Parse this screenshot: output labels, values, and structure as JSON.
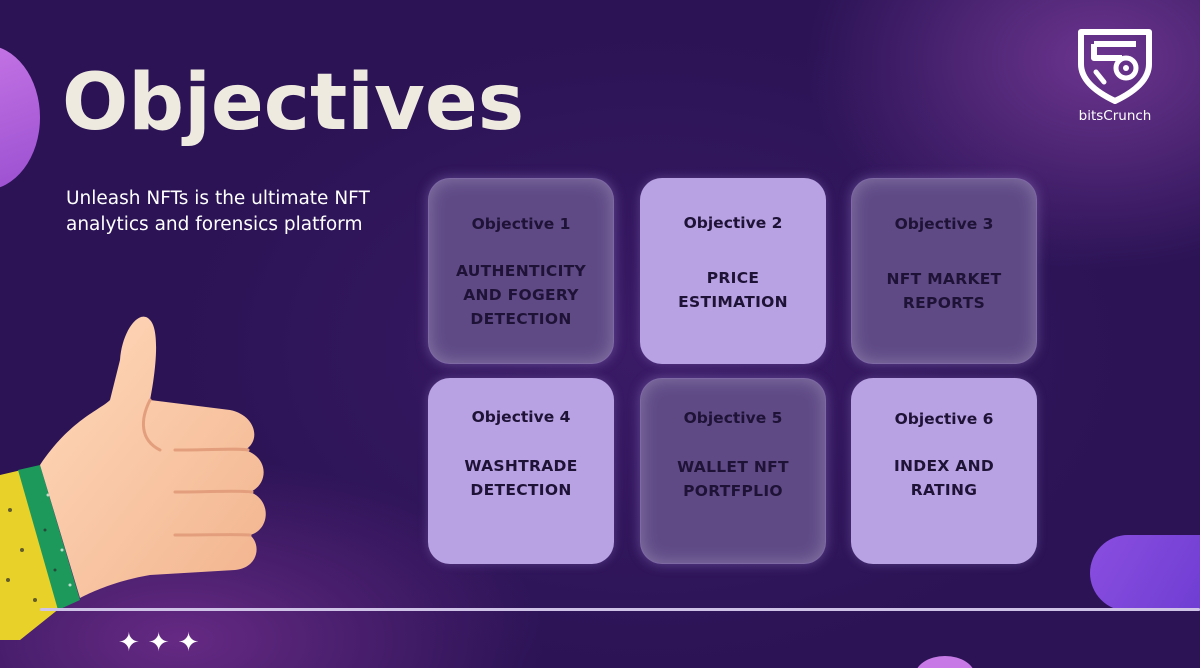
{
  "slide": {
    "title": "Objectives",
    "subtitle": "Unleash NFTs is the ultimate NFT analytics and forensics platform",
    "logo_text": "bitsCrunch",
    "stars": "✦✦✦"
  },
  "objectives": [
    {
      "heading": "Objective 1",
      "text": "AUTHENTICITY AND FOGERY DETECTION",
      "style": "dark"
    },
    {
      "heading": "Objective 2",
      "text": "PRICE ESTIMATION",
      "style": "light"
    },
    {
      "heading": "Objective 3",
      "text": "NFT MARKET REPORTS",
      "style": "dark"
    },
    {
      "heading": "Objective 4",
      "text": "WASHTRADE DETECTION",
      "style": "light"
    },
    {
      "heading": "Objective 5",
      "text": "WALLET NFT PORTFPLIO",
      "style": "dark"
    },
    {
      "heading": "Objective 6",
      "text": "INDEX AND RATING",
      "style": "light"
    }
  ],
  "colors": {
    "background": "#2b1355",
    "card_light": "#b8a2e3",
    "card_dark": "#5f4a86",
    "title": "#efeae0"
  },
  "icons": {
    "logo": "bitscrunch-shield-logo",
    "hand": "thumbs-up-hand"
  }
}
